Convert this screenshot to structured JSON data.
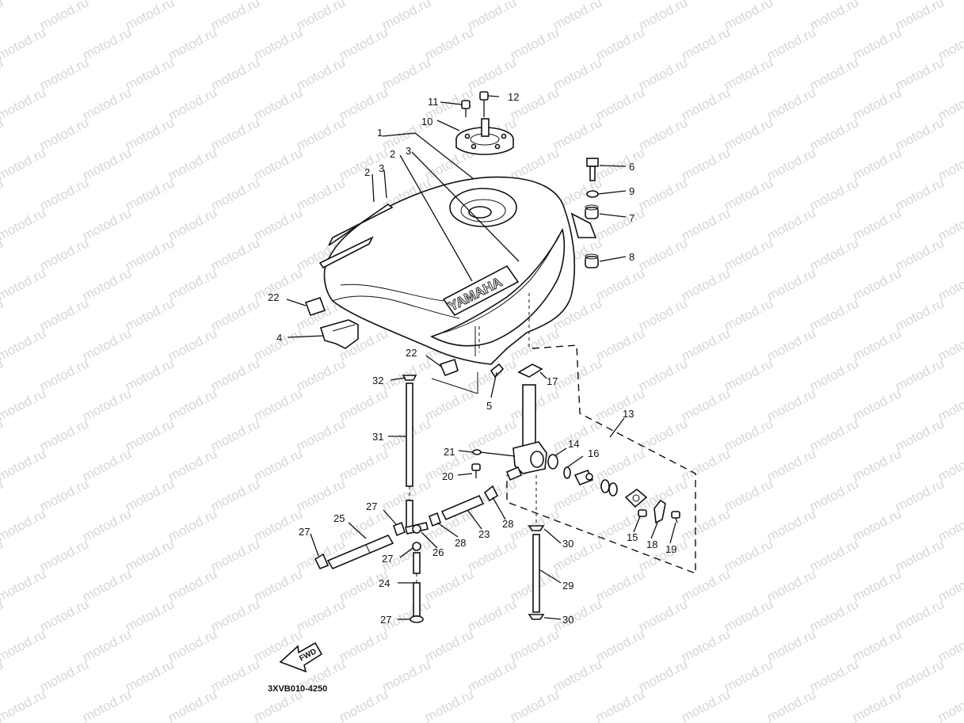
{
  "watermark": {
    "text": "motod.ru"
  },
  "diagram_code": "3XVB010-4250",
  "fwd_label": "FWD",
  "brand_mark": "YAMAHA",
  "callouts": [
    {
      "id": "c1",
      "text": "1"
    },
    {
      "id": "c2a",
      "text": "2"
    },
    {
      "id": "c2b",
      "text": "2"
    },
    {
      "id": "c3a",
      "text": "3"
    },
    {
      "id": "c3b",
      "text": "3"
    },
    {
      "id": "c4",
      "text": "4"
    },
    {
      "id": "c5",
      "text": "5"
    },
    {
      "id": "c6",
      "text": "6"
    },
    {
      "id": "c7",
      "text": "7"
    },
    {
      "id": "c8",
      "text": "8"
    },
    {
      "id": "c9",
      "text": "9"
    },
    {
      "id": "c10",
      "text": "10"
    },
    {
      "id": "c11",
      "text": "11"
    },
    {
      "id": "c12",
      "text": "12"
    },
    {
      "id": "c13",
      "text": "13"
    },
    {
      "id": "c14",
      "text": "14"
    },
    {
      "id": "c15",
      "text": "15"
    },
    {
      "id": "c16",
      "text": "16"
    },
    {
      "id": "c17",
      "text": "17"
    },
    {
      "id": "c18",
      "text": "18"
    },
    {
      "id": "c19",
      "text": "19"
    },
    {
      "id": "c20",
      "text": "20"
    },
    {
      "id": "c21",
      "text": "21"
    },
    {
      "id": "c22a",
      "text": "22"
    },
    {
      "id": "c22b",
      "text": "22"
    },
    {
      "id": "c23",
      "text": "23"
    },
    {
      "id": "c24",
      "text": "24"
    },
    {
      "id": "c25",
      "text": "25"
    },
    {
      "id": "c26",
      "text": "26"
    },
    {
      "id": "c27a",
      "text": "27"
    },
    {
      "id": "c27b",
      "text": "27"
    },
    {
      "id": "c27c",
      "text": "27"
    },
    {
      "id": "c27d",
      "text": "27"
    },
    {
      "id": "c28a",
      "text": "28"
    },
    {
      "id": "c28b",
      "text": "28"
    },
    {
      "id": "c29",
      "text": "29"
    },
    {
      "id": "c30a",
      "text": "30"
    },
    {
      "id": "c30b",
      "text": "30"
    },
    {
      "id": "c31",
      "text": "31"
    },
    {
      "id": "c32",
      "text": "32"
    }
  ]
}
